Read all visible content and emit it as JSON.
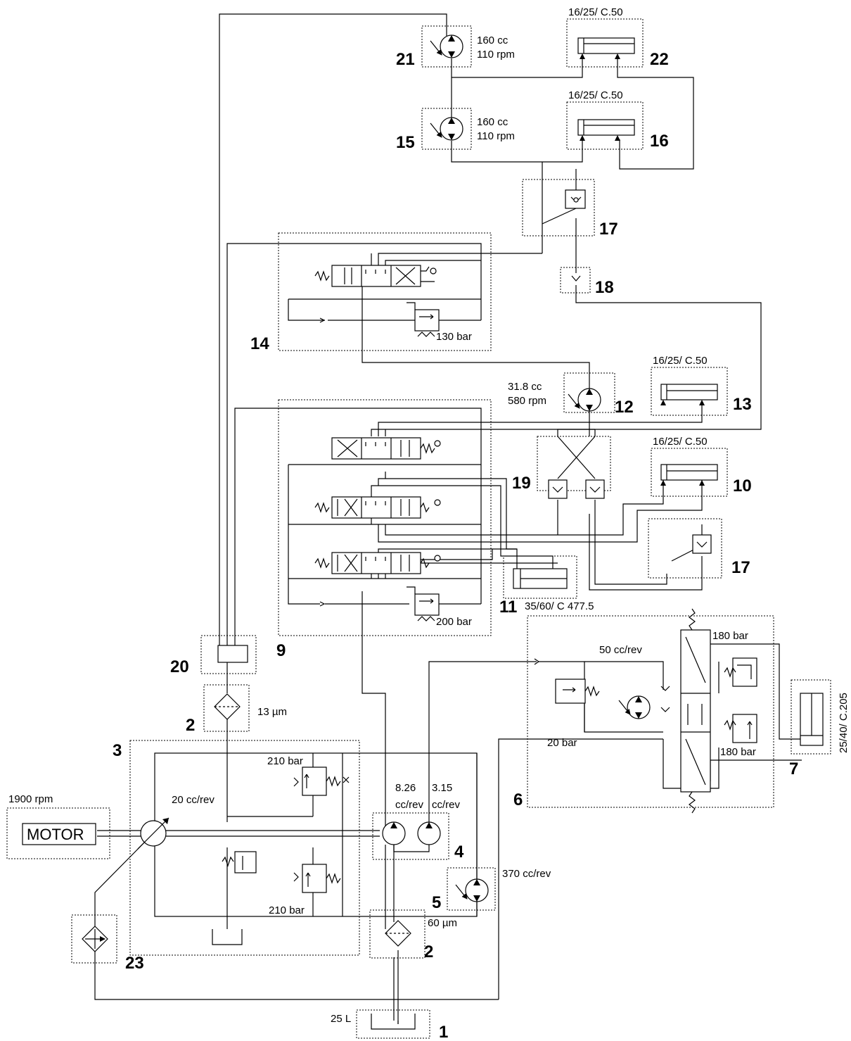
{
  "components": {
    "c1": {
      "num": "1",
      "label": "25 L"
    },
    "c2a": {
      "num": "2",
      "label": "13 µm"
    },
    "c2b": {
      "num": "2",
      "label": "60 µm"
    },
    "c3": {
      "num": "3",
      "disp": "20 cc/rev",
      "relief_top": "210 bar",
      "relief_bottom": "210 bar"
    },
    "c4": {
      "num": "4",
      "disp_a_1": "8.26",
      "disp_a_2": "cc/rev",
      "disp_b_1": "3.15",
      "disp_b_2": "cc/rev"
    },
    "c5": {
      "num": "5",
      "label": "370 cc/rev"
    },
    "c6": {
      "num": "6",
      "motor": "50 cc/rev",
      "relief_top": "180 bar",
      "relief_bottom": "180 bar",
      "relief_left": "20 bar"
    },
    "c7": {
      "num": "7",
      "label": "25/40/ C.205"
    },
    "c9": {
      "num": "9",
      "relief": "200 bar"
    },
    "c10": {
      "num": "10",
      "label": "16/25/ C.50"
    },
    "c11": {
      "num": "11",
      "label": "35/60/ C 477.5"
    },
    "c12": {
      "num": "12",
      "label_1": "31.8 cc",
      "label_2": "580 rpm"
    },
    "c13": {
      "num": "13",
      "label": "16/25/ C.50"
    },
    "c14": {
      "num": "14",
      "relief": "130 bar"
    },
    "c15": {
      "num": "15",
      "label_1": "160 cc",
      "label_2": "110 rpm"
    },
    "c16": {
      "num": "16",
      "label": "16/25/ C.50"
    },
    "c17a": {
      "num": "17"
    },
    "c17b": {
      "num": "17"
    },
    "c18": {
      "num": "18"
    },
    "c19": {
      "num": "19"
    },
    "c20": {
      "num": "20"
    },
    "c21": {
      "num": "21",
      "label_1": "160 cc",
      "label_2": "110 rpm"
    },
    "c22": {
      "num": "22",
      "label": "16/25/ C.50"
    },
    "c23": {
      "num": "23"
    },
    "motor": {
      "label": "MOTOR",
      "speed": "1900 rpm"
    }
  }
}
